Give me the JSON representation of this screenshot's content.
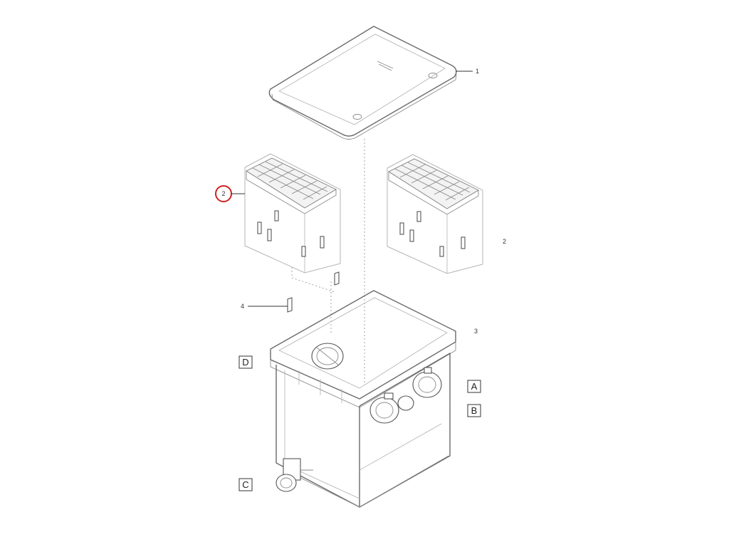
{
  "callouts": {
    "lid": "1",
    "media_basket": "2",
    "media_basket_right": "2",
    "housing": "3",
    "clip": "4"
  },
  "connection_labels": {
    "a": "A",
    "b": "B",
    "c": "C",
    "d": "D"
  },
  "colors": {
    "highlight_circle": "#cc2222",
    "line": "#6a6a6a"
  }
}
